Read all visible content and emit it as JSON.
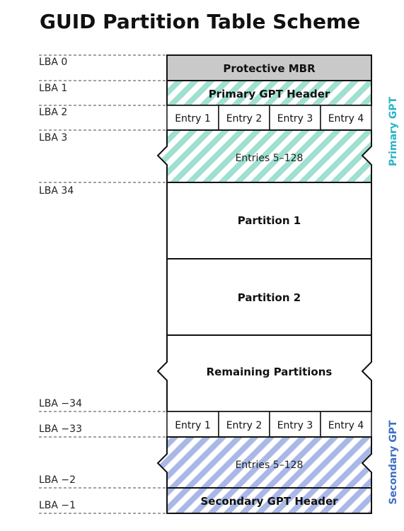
{
  "title": "GUID Partition Table Scheme",
  "colors": {
    "primary_hatch": "#9fe0d0",
    "secondary_hatch": "#a9b8e6",
    "mbr_fill": "#c9c9c9",
    "primary_label": "#29b4c8",
    "secondary_label": "#3f6fc4",
    "outline": "#111111",
    "dashed_line": "#444444"
  },
  "lba_labels": [
    "LBA 0",
    "LBA 1",
    "LBA 2",
    "LBA 3",
    "LBA 34",
    "LBA −34",
    "LBA −33",
    "LBA −2",
    "LBA −1"
  ],
  "blocks": {
    "protective_mbr": "Protective MBR",
    "primary_gpt_header": "Primary GPT Header",
    "primary_entries": [
      "Entry 1",
      "Entry 2",
      "Entry 3",
      "Entry 4"
    ],
    "primary_entries_range": "Entries 5–128",
    "partition_1": "Partition 1",
    "partition_2": "Partition 2",
    "remaining_partitions": "Remaining Partitions",
    "secondary_entries": [
      "Entry 1",
      "Entry 2",
      "Entry 3",
      "Entry 4"
    ],
    "secondary_entries_range": "Entries 5–128",
    "secondary_gpt_header": "Secondary GPT Header"
  },
  "side_labels": {
    "primary": "Primary GPT",
    "secondary": "Secondary GPT"
  }
}
